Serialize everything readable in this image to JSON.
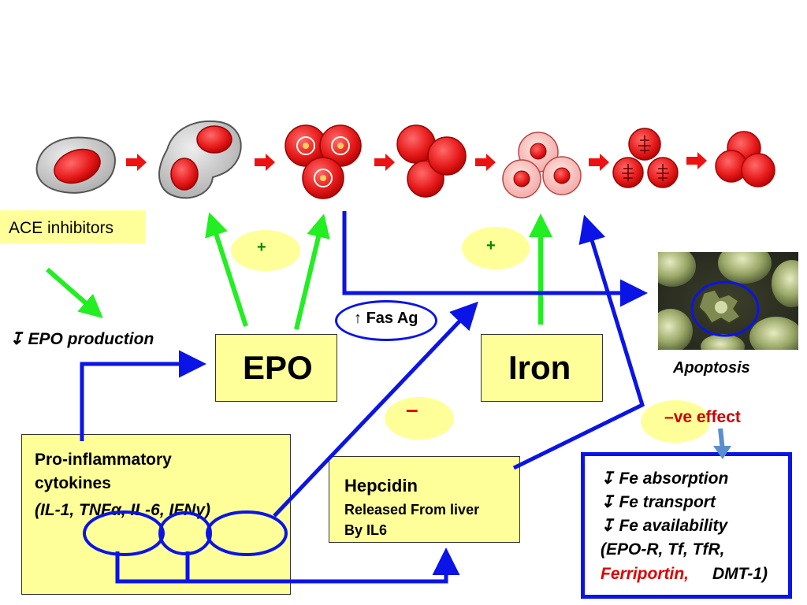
{
  "labels": {
    "ace_inhibitors": "ACE inhibitors",
    "epo_production": "EPO production",
    "epo": "EPO",
    "iron": "Iron",
    "fas_ag": "Fas Ag",
    "plus_left": "+",
    "plus_right": "+",
    "minus": "–",
    "ve_minus": "–",
    "ve_effect": "ve effect",
    "apoptosis": "Apoptosis"
  },
  "cytokines": {
    "line1": "Pro-inflammatory",
    "line2": "cytokines",
    "line3": "(IL-1, TNFα, IL-6, IFNγ)"
  },
  "hepcidin": {
    "title": "Hepcidin",
    "line1": "Released From liver",
    "line2": "By IL6"
  },
  "fe_effects": {
    "line1": "Fe absorption",
    "line2": "Fe transport",
    "line3": "Fe availability",
    "line4": "(EPO-R, Tf, TfR,",
    "ferriportin": "Ferriportin,",
    "dmt": "DMT-1)"
  },
  "colors": {
    "blue_arrow": "#0a14e6",
    "green_arrow": "#22ee22",
    "red_arrow": "#ee1111",
    "yellow_box": "#ffff99",
    "ferriportin_red": "#dd0000"
  }
}
